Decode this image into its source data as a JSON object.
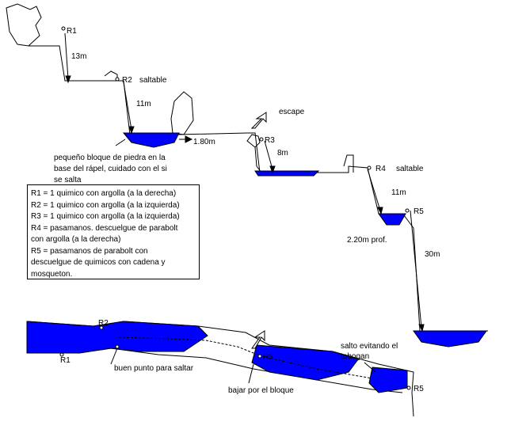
{
  "colors": {
    "water": "#0000ff",
    "line": "#000000",
    "background": "#ffffff"
  },
  "labels": {
    "r1": "R1",
    "r1_drop": "13m",
    "r2": "R2",
    "r2_note": "saltable",
    "r2_drop": "11m",
    "block_note_lines": [
      "pequeño bloque de piedra en la",
      "base del rápel, cuidado con el si",
      "se salta"
    ],
    "pool_distance": "1.80m",
    "escape": "escape",
    "r3": "R3",
    "r3_drop": "8m",
    "r4": "R4",
    "r4_note": "saltable",
    "r4_drop": "11m",
    "r5": "R5",
    "pool_depth": "2.20m prof.",
    "r5_drop": "30m"
  },
  "legend": {
    "lines": [
      "R1 = 1 quimico con argolla (a la derecha)",
      "R2 = 1 quimico con argolla (a la izquierda)",
      "R3 = 1 quimico con argolla (a la izquierda)",
      "R4 = pasamanos. descuelgue de parabolt",
      "con argolla (a la derecha)",
      "R5 = pasamanos de parabolt con",
      "descuelgue de quimicos con cadena y",
      "mosqueton."
    ]
  },
  "plan": {
    "r1": "R1",
    "r2": "R2",
    "r3": "R3",
    "r5": "R5",
    "jump_spot": "buen punto para saltar",
    "descend_block": "bajar por el bloque",
    "slide_note_lines": [
      "salto evitando el",
      "tobogan"
    ]
  }
}
